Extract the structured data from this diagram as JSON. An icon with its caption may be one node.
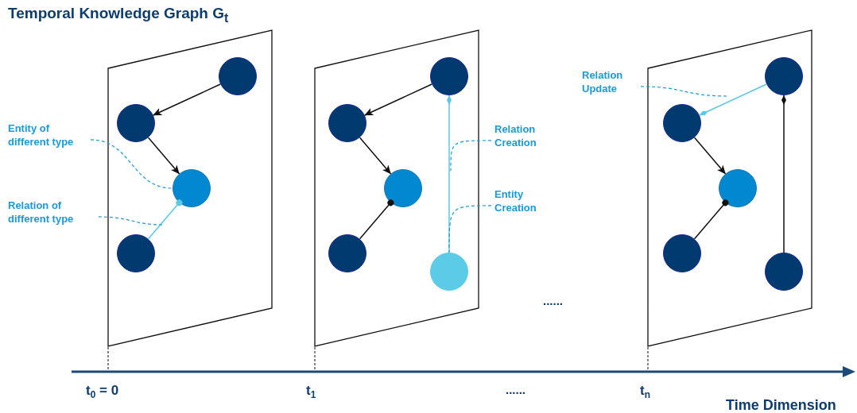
{
  "diagram": {
    "title": "Temporal Knowledge Graph G$_{t}$",
    "nodes": [
      {
        "text": [],
        "shape": "parallelogram"
      },
      {
        "text": [],
        "shape": "circle",
        "in": 0
      },
      {
        "text": [],
        "shape": "circle",
        "in": 0
      },
      {
        "text": [],
        "shape": "circle",
        "in": 0
      },
      {
        "text": [],
        "shape": "circle",
        "in": 0
      },
      {
        "text": [],
        "shape": "parallelogram"
      },
      {
        "text": [],
        "shape": "circle",
        "in": 5
      },
      {
        "text": [],
        "shape": "circle",
        "in": 5
      },
      {
        "text": [],
        "shape": "circle",
        "in": 5
      },
      {
        "text": [],
        "shape": "circle",
        "in": 5
      },
      {
        "text": [],
        "shape": "circle",
        "in": 5
      },
      {
        "text": [],
        "shape": "parallelogram"
      },
      {
        "text": [],
        "shape": "circle",
        "in": 11
      },
      {
        "text": [],
        "shape": "circle",
        "in": 11
      },
      {
        "text": [],
        "shape": "circle",
        "in": 11
      },
      {
        "text": [],
        "shape": "circle",
        "in": 11
      },
      {
        "text": [],
        "shape": "circle",
        "in": 11
      },
      {
        "text": [
          "Entity of different type"
        ]
      },
      {
        "text": [
          "Relation of different type"
        ]
      },
      {
        "text": [
          "Relation Creation"
        ]
      },
      {
        "text": [
          "Entity Creation"
        ]
      },
      {
        "text": [
          "Relation Update"
        ]
      }
    ],
    "edges": [
      {
        "from": 1,
        "to": 2,
        "arrow": "to"
      },
      {
        "from": 2,
        "to": 3,
        "arrow": "to"
      },
      {
        "from": 4,
        "to": 3,
        "arrow": "other",
        "color": "#5bc8e8"
      },
      {
        "from": 6,
        "to": 7,
        "arrow": "to"
      },
      {
        "from": 7,
        "to": 8,
        "arrow": "to"
      },
      {
        "from": 9,
        "to": 8,
        "arrow": "other"
      },
      {
        "from": 10,
        "to": 6,
        "arrow": "other",
        "color": "#5bc8e8"
      },
      {
        "from": 12,
        "to": 13,
        "arrow": "other",
        "color": "#5bc8e8"
      },
      {
        "from": 13,
        "to": 14,
        "arrow": "to"
      },
      {
        "from": 15,
        "to": 14,
        "arrow": "other"
      },
      {
        "from": 16,
        "to": 12,
        "arrow": "other"
      },
      {
        "from": 17,
        "to": 3,
        "arrow": "none",
        "style": "dashed",
        "color": "#1a9ad6"
      },
      {
        "from": 18,
        "to": null,
        "arrow": "none",
        "style": "dashed",
        "color": "#1a9ad6"
      },
      {
        "from": 19,
        "to": null,
        "arrow": "none",
        "style": "dashed",
        "color": "#1a9ad6"
      },
      {
        "from": 20,
        "to": 10,
        "arrow": "none",
        "style": "dashed",
        "color": "#1a9ad6"
      },
      {
        "from": 21,
        "to": null,
        "arrow": "none",
        "style": "dashed",
        "color": "#1a9ad6"
      }
    ],
    "labels": [
      "......",
      "t$_{0}$ = 0",
      "t$_{1}$",
      "......",
      "t$_{n}$",
      "Time Dimension"
    ]
  }
}
